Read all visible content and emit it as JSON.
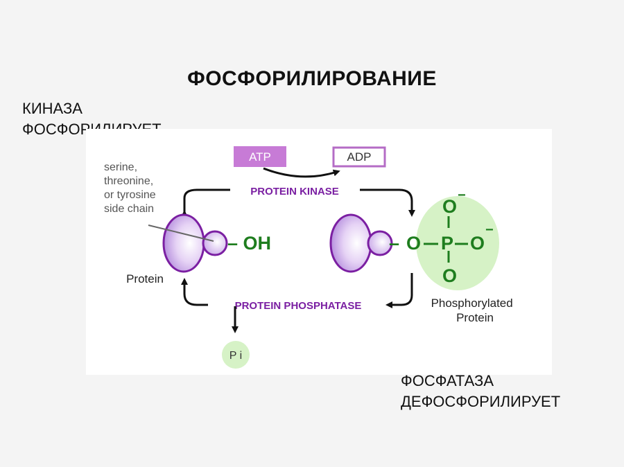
{
  "title": "ФОСФОРИЛИРОВАНИЕ",
  "kinase_caption": [
    "КИНАЗА",
    "ФОСФОРИЛИРУЕТ"
  ],
  "phosphatase_caption": [
    "ФОСФАТАЗА",
    "ДЕФОСФОРИЛИРУЕТ"
  ],
  "diagram": {
    "atp": "ATP",
    "adp": "ADP",
    "protein_kinase": "PROTEIN KINASE",
    "protein_phosphatase": "PROTEIN PHOSPHATASE",
    "side_chain_note": [
      "serine,",
      "threonine,",
      "or tyrosine",
      "side chain"
    ],
    "protein_label": "Protein",
    "hydroxyl": "– OH",
    "phosphate": {
      "o_top": "O",
      "o_left": "O",
      "p": "P",
      "o_right": "O",
      "o_bottom": "O",
      "minus": "−"
    },
    "phosphorylated_label": [
      "Phosphorylated",
      "Protein"
    ],
    "pi": "P i"
  },
  "colors": {
    "kinase_text": "#7a1fa2",
    "atp_fill": "#c77bd6",
    "adp_border": "#b46cc6",
    "phosphate_fill": "#d6f2c6",
    "phosphate_text": "#1e7d1e",
    "protein_fill": "#b98ee0",
    "protein_outline": "#7b1fa2"
  }
}
